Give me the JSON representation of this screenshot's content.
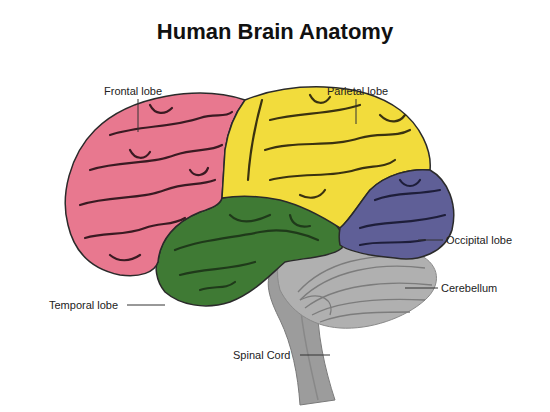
{
  "diagram": {
    "title": "Human Brain Anatomy",
    "labels": [
      "Frontal lobe",
      "Parietal lobe",
      "Occipital lobe",
      "Temporal lobe",
      "Cerebellum",
      "Spinal Cord"
    ]
  }
}
